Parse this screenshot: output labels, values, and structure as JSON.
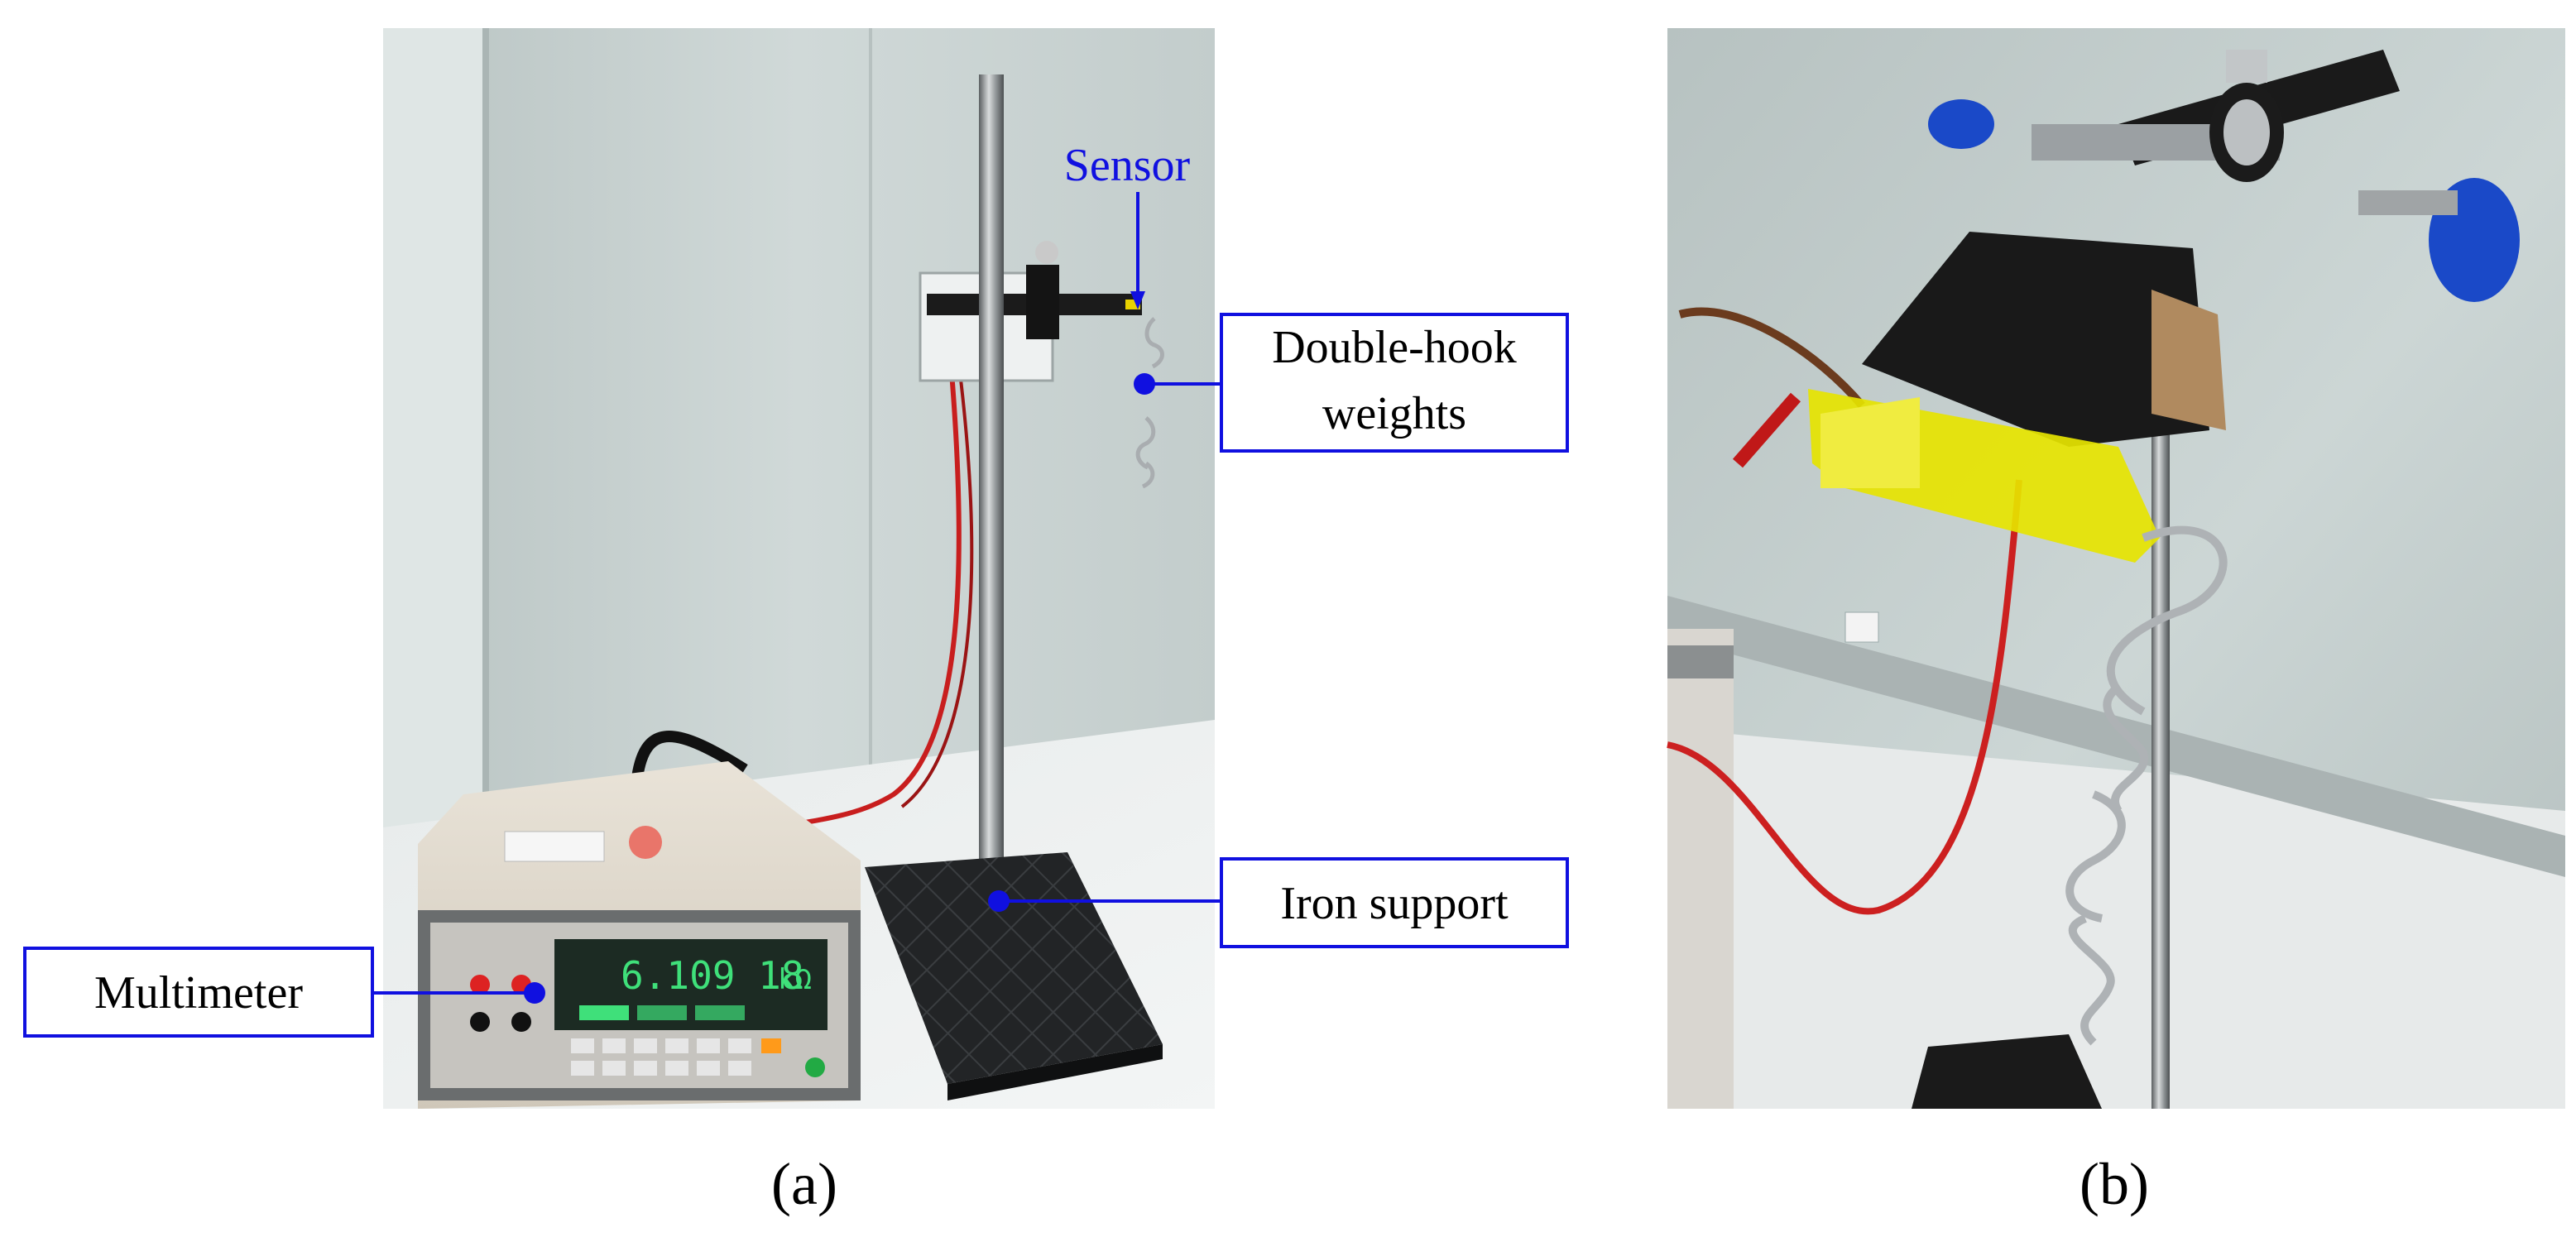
{
  "figure": {
    "panel_a": {
      "caption": "(a)",
      "labels": {
        "sensor": "Sensor",
        "weights_line1": "Double-hook",
        "weights_line2": "weights",
        "iron_support": "Iron support",
        "multimeter": "Multimeter"
      },
      "multimeter_screen": {
        "reading": "6.109 18",
        "unit": "kΩ"
      }
    },
    "panel_b": {
      "caption": "(b)"
    },
    "colors": {
      "annotation": "#1010e0",
      "wall": "#c9d3d3",
      "table": "#e9ecec",
      "red_wire": "#c81e1e",
      "screen_text": "#3fe07a",
      "sensor_yellow": "#e6e400",
      "clamp_blue": "#1a49c8"
    }
  }
}
